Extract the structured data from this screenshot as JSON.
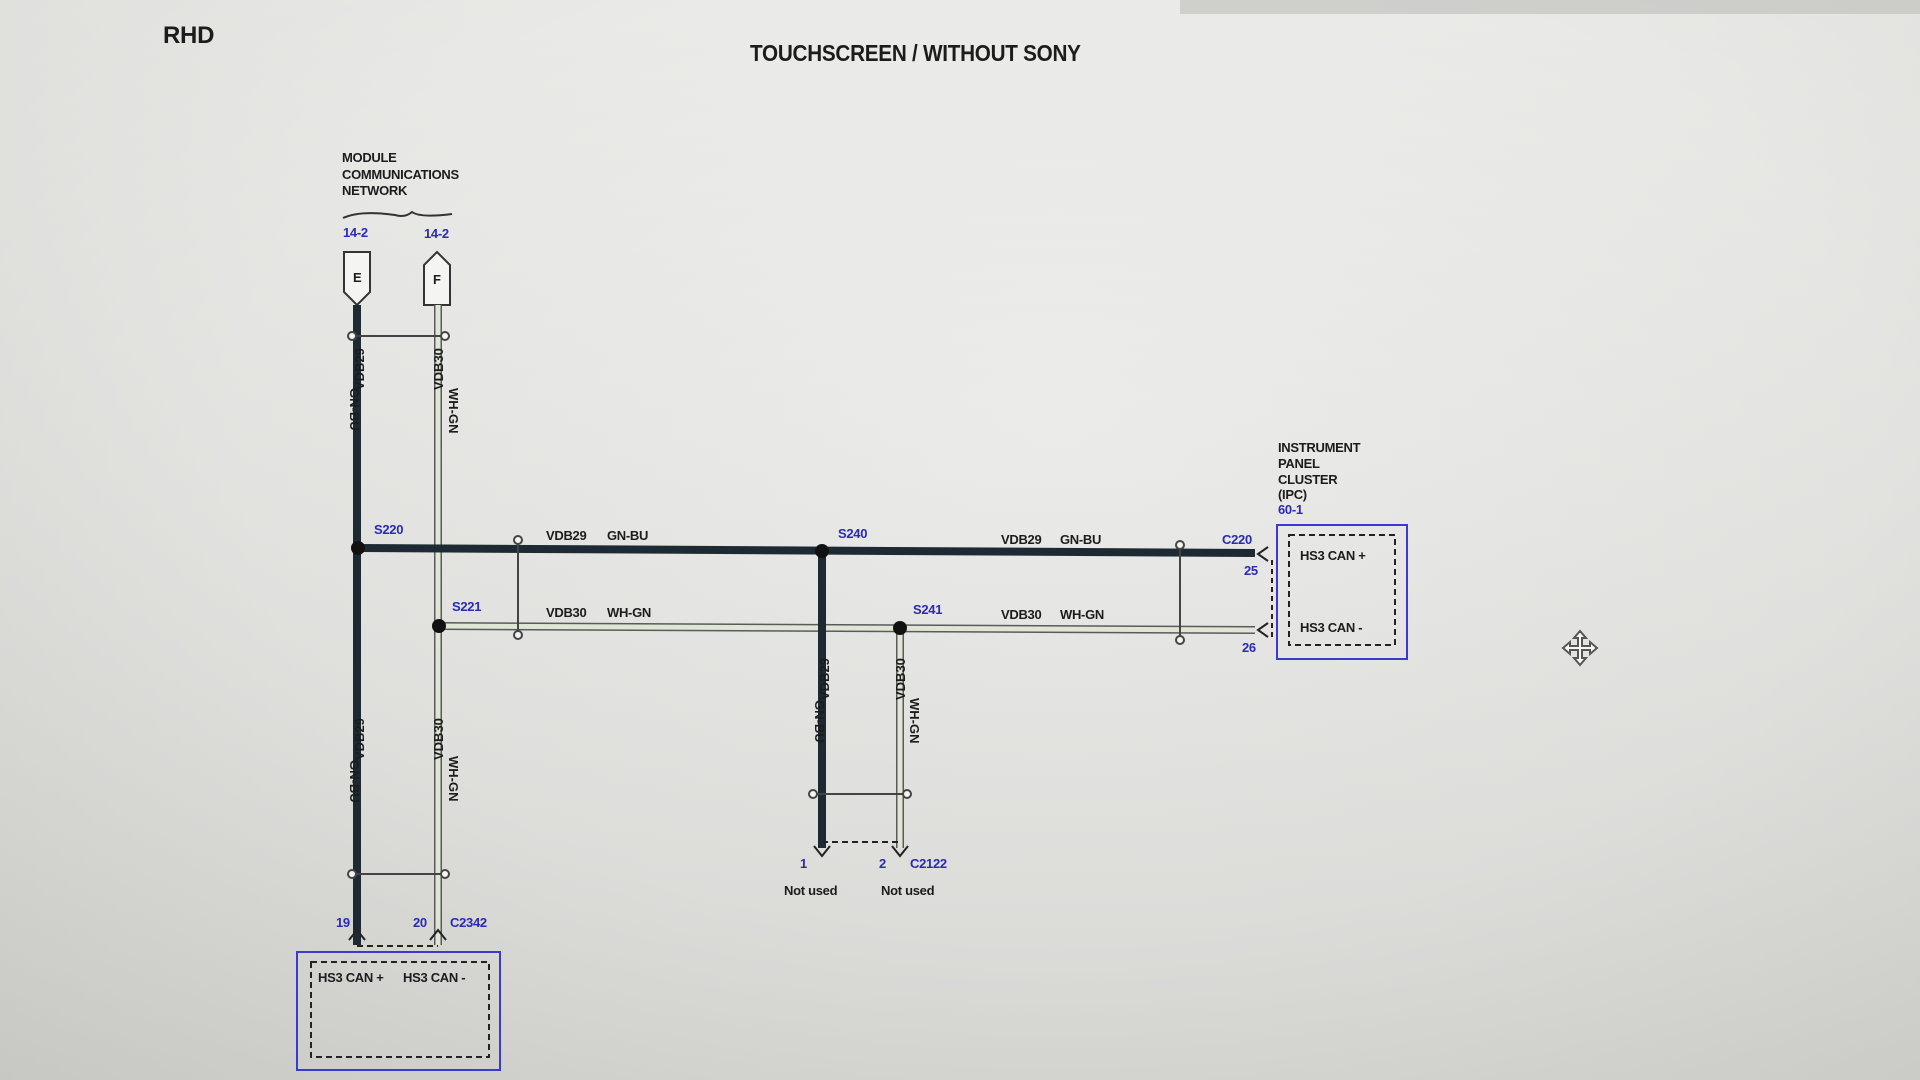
{
  "header": {
    "region": "RHD",
    "title": "TOUCHSCREEN / WITHOUT SONY"
  },
  "module_comm": {
    "label_lines": [
      "MODULE",
      "COMMUNICATIONS",
      "NETWORK"
    ],
    "ref_e": "14-2",
    "ref_f": "14-2",
    "connector_e": "E",
    "connector_f": "F"
  },
  "wires": {
    "vdb29": "VDB29",
    "vdb30": "VDB30",
    "gn_bu": "GN-BU",
    "wh_gn": "WH-GN"
  },
  "splices": {
    "s220": "S220",
    "s221": "S221",
    "s240": "S240",
    "s241": "S241"
  },
  "ipc": {
    "label_lines": [
      "INSTRUMENT",
      "PANEL",
      "CLUSTER",
      "(IPC)"
    ],
    "ref": "60-1",
    "connector": "C220",
    "pin_plus": "25",
    "pin_minus": "26",
    "can_plus": "HS3 CAN +",
    "can_minus": "HS3 CAN -"
  },
  "c2122": {
    "connector": "C2122",
    "pin1": "1",
    "pin2": "2",
    "note1": "Not used",
    "note2": "Not used"
  },
  "c2342": {
    "connector": "C2342",
    "pin19": "19",
    "pin20": "20",
    "can_plus": "HS3 CAN +",
    "can_minus": "HS3 CAN -"
  },
  "colors": {
    "wire_dark": "#1e2a33",
    "wire_light": "#dfe6d6",
    "outline": "#5a5a5a",
    "label_blue": "#2a2ab5",
    "box_blue": "#3a3ad0"
  },
  "icons": {
    "move": "move-cursor-icon"
  }
}
